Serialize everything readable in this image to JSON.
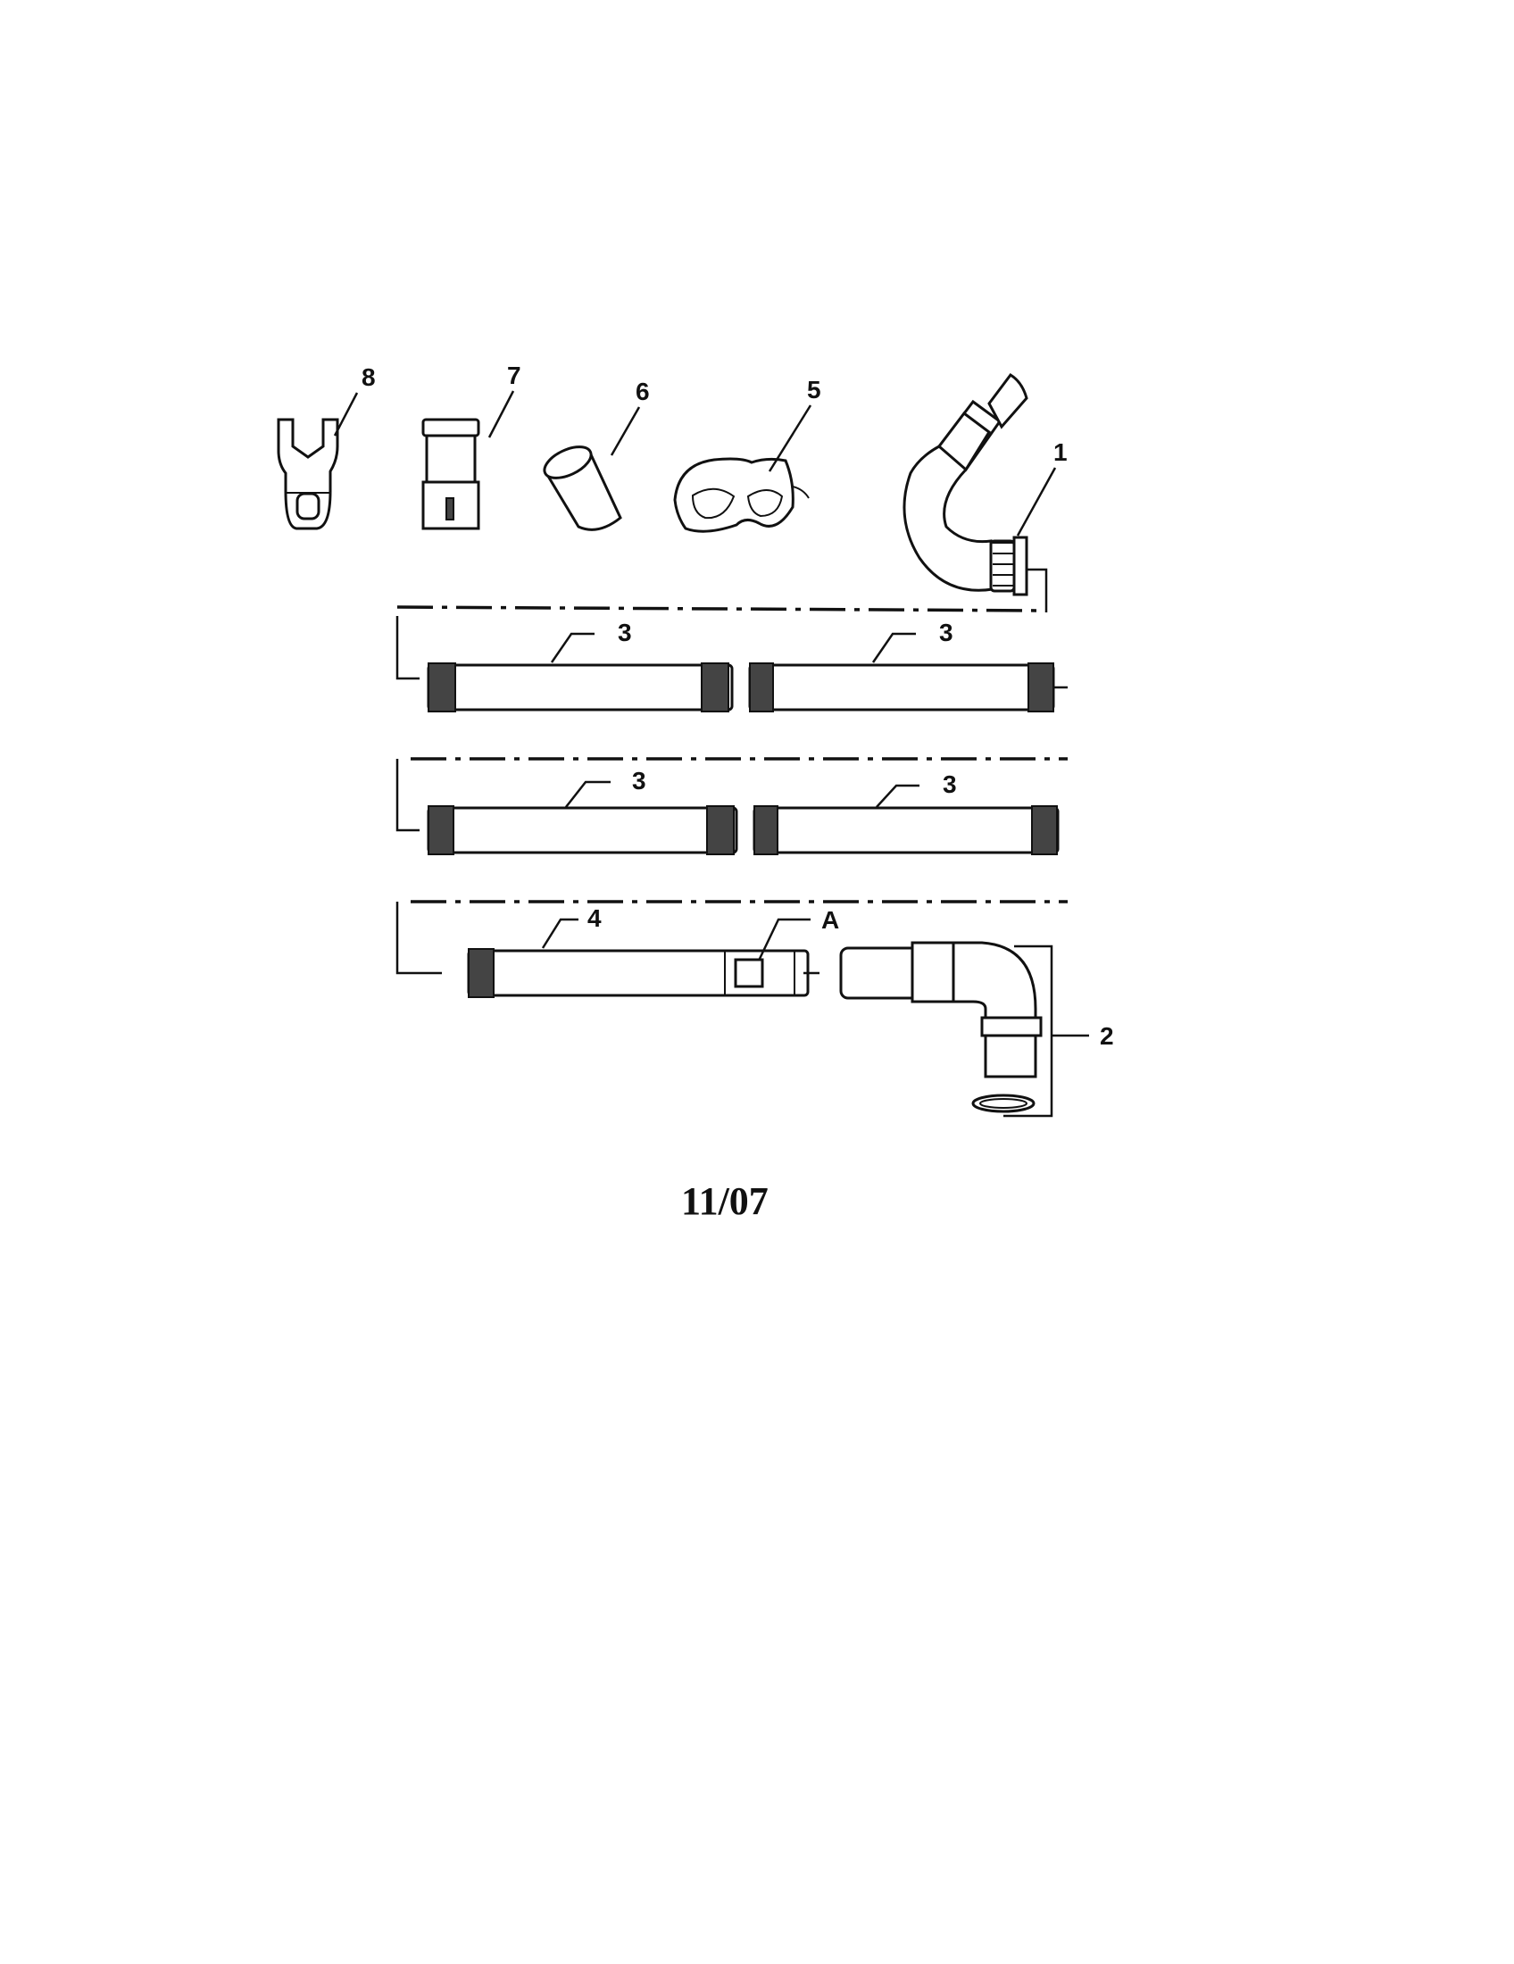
{
  "callouts": {
    "p1": "1",
    "p2": "2",
    "p3": "3",
    "p4": "4",
    "p5": "5",
    "p6": "6",
    "p7": "7",
    "p8": "8",
    "pA": "A"
  },
  "footer": {
    "date_code": "11/07"
  }
}
